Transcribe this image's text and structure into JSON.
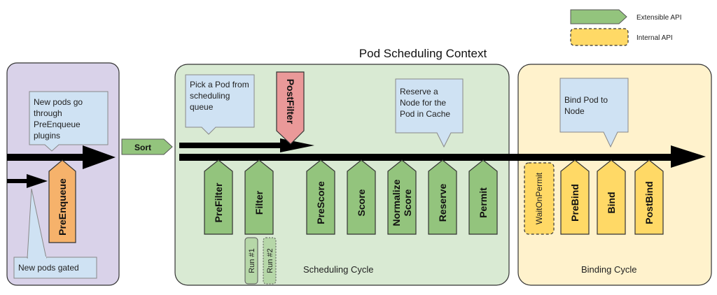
{
  "title": "Pod Scheduling Context",
  "legend": {
    "extensible": "Extensible API",
    "internal": "Internal API"
  },
  "colors": {
    "extensible_fill": "#93c47d",
    "internal_fill": "#ffd966",
    "postfilter_fill": "#ea9999",
    "preenqueue_fill": "#f6b26b",
    "callout_fill": "#cfe2f3",
    "enqueue_bg": "#d9d2e9",
    "scheduling_bg": "#d9ead3",
    "binding_bg": "#fff2cc",
    "run_fill": "#b6d7a8"
  },
  "enqueue": {
    "callout_top": "New pods go through PreEnqueue plugins",
    "callout_top_lines": [
      "New pods go",
      "through",
      "PreEnqueue",
      "plugins"
    ],
    "callout_bottom": "New pods gated",
    "plugin": "PreEnqueue"
  },
  "sort": "Sort",
  "scheduling": {
    "label": "Scheduling Cycle",
    "callout_pick_lines": [
      "Pick a Pod from",
      "scheduling",
      "queue"
    ],
    "callout_reserve_lines": [
      "Reserve a",
      "Node for the",
      "Pod in Cache"
    ],
    "postfilter": "PostFilter",
    "plugins": [
      {
        "lines": [
          "PreFilter"
        ]
      },
      {
        "lines": [
          "Filter"
        ]
      },
      {
        "lines": [
          "PreScore"
        ]
      },
      {
        "lines": [
          "Score"
        ]
      },
      {
        "lines": [
          "Normalize",
          "Score"
        ]
      },
      {
        "lines": [
          "Reserve"
        ]
      },
      {
        "lines": [
          "Permit"
        ]
      }
    ],
    "runs": [
      "Run #1",
      "Run #2"
    ]
  },
  "binding": {
    "label": "Binding Cycle",
    "callout_lines": [
      "Bind Pod to",
      "Node"
    ],
    "wait": "WaitOnPermit",
    "plugins": [
      {
        "lines": [
          "PreBind"
        ]
      },
      {
        "lines": [
          "Bind"
        ]
      },
      {
        "lines": [
          "PostBind"
        ]
      }
    ]
  }
}
